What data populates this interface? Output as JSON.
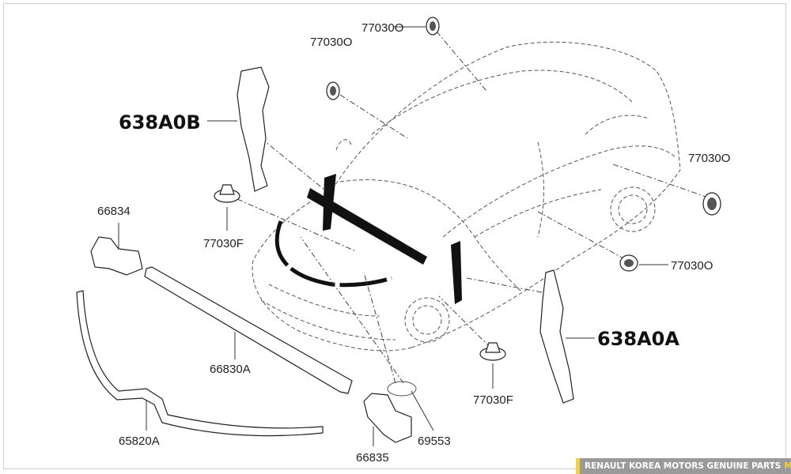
{
  "diagram": {
    "labels": {
      "clip_top_right": "77030O",
      "clip_top_left": "77030O",
      "insulator_left": "638A0B",
      "clip_right_upper": "77030O",
      "bracket_left": "66834",
      "grommet_left": "77030F",
      "clip_right_lower": "77030O",
      "insulator_right": "638A0A",
      "seal_strip": "66830A",
      "grommet_right": "77030F",
      "weatherstrip": "65820A",
      "cap": "69553",
      "bracket_right": "66835"
    }
  },
  "footer": {
    "text": "RENAULT KOREA MOTORS GENUINE PARTS",
    "brand": "MRSZONE"
  },
  "colors": {
    "accent": "#f2d23a",
    "footer_bg": "#9a9a9a"
  }
}
